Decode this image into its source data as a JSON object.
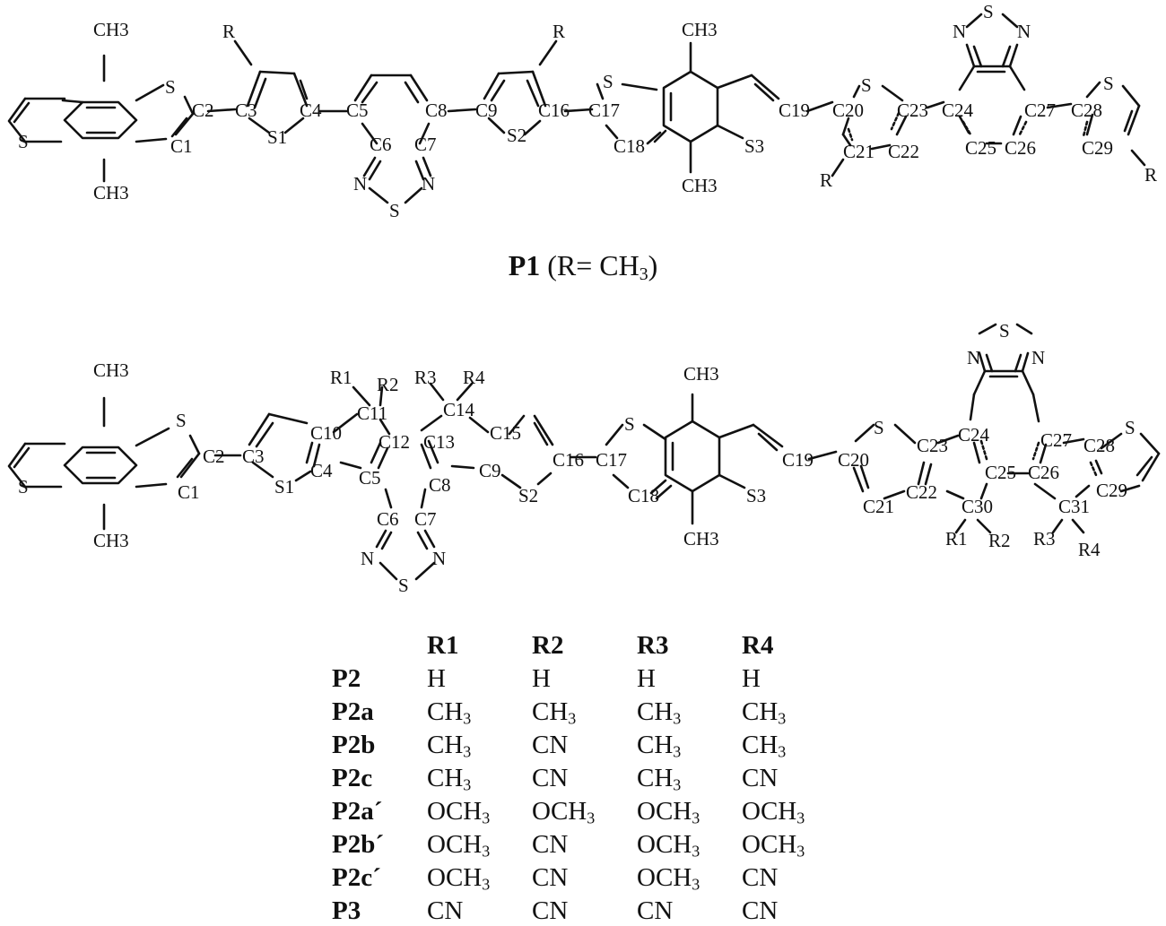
{
  "p1": {
    "name": "P1",
    "formula_text": "(R= CH",
    "formula_sub": "3",
    "formula_close": ")",
    "labels": {
      "ch3_top_left": "CH3",
      "ch3_bottom_left": "CH3",
      "s_left_ring": "S",
      "s_thiophene_a": "S",
      "c1": "C1",
      "c2": "C2",
      "c3": "C3",
      "s1": "S1",
      "c4": "C4",
      "c5": "C5",
      "c6": "C6",
      "c7": "C7",
      "c8": "C8",
      "c9": "C9",
      "s2": "S2",
      "c16": "C16",
      "c17": "C17",
      "c18": "C18",
      "s_mid": "S",
      "ch3_top_mid": "CH3",
      "ch3_bottom_mid": "CH3",
      "c19": "C19",
      "s3": "S3",
      "c20": "C20",
      "s_right": "S",
      "c21": "C21",
      "c22": "C22",
      "c23": "C23",
      "c24": "C24",
      "c25": "C25",
      "c26": "C26",
      "c27": "C27",
      "c28": "C28",
      "c29": "C29",
      "s_far": "S",
      "r_a": "R",
      "r_b": "R",
      "r_c": "R",
      "r_d": "R",
      "n_a": "N",
      "n_b": "N",
      "s_btd_a": "S",
      "n_c": "N",
      "n_d": "N",
      "s_btd_b": "S"
    }
  },
  "p2": {
    "labels": {
      "ch3_top_left": "CH3",
      "ch3_bottom_left": "CH3",
      "s_left_ring": "S",
      "s_a": "S",
      "c1": "C1",
      "c2": "C2",
      "c3": "C3",
      "s1": "S1",
      "c4": "C4",
      "c5": "C5",
      "c10": "C10",
      "c11": "C11",
      "r1": "R1",
      "r2": "R2",
      "c12": "C12",
      "c13": "C13",
      "c14": "C14",
      "r3": "R3",
      "r4": "R4",
      "c15": "C15",
      "c8": "C8",
      "c9": "C9",
      "s2": "S2",
      "c16": "C16",
      "c6": "C6",
      "c7": "C7",
      "n_a": "N",
      "n_b": "N",
      "s_btd": "S",
      "s_mid": "S",
      "c17": "C17",
      "c18": "C18",
      "ch3_top_mid": "CH3",
      "ch3_bottom_mid": "CH3",
      "c19": "C19",
      "s3": "S3",
      "c20": "C20",
      "s_r": "S",
      "c21": "C21",
      "c22": "C22",
      "c23": "C23",
      "c24": "C24",
      "c25": "C25",
      "c26": "C26",
      "c27": "C27",
      "c28": "C28",
      "c29": "C29",
      "c30": "C30",
      "c31": "C31",
      "r1b": "R1",
      "r2b": "R2",
      "r3b": "R3",
      "r4b": "R4",
      "s_far": "S",
      "n_c": "N",
      "n_d": "N",
      "s_top": "S"
    }
  },
  "table": {
    "headers": [
      "R1",
      "R2",
      "R3",
      "R4"
    ],
    "rows": [
      {
        "name": "P2",
        "cells": [
          [
            "H",
            ""
          ],
          [
            "H",
            ""
          ],
          [
            "H",
            ""
          ],
          [
            "H",
            ""
          ]
        ]
      },
      {
        "name": "P2a",
        "cells": [
          [
            "CH",
            "3"
          ],
          [
            "CH",
            "3"
          ],
          [
            "CH",
            "3"
          ],
          [
            "CH",
            "3"
          ]
        ]
      },
      {
        "name": "P2b",
        "cells": [
          [
            "CH",
            "3"
          ],
          [
            "CN",
            ""
          ],
          [
            "CH",
            "3"
          ],
          [
            "CH",
            "3"
          ]
        ]
      },
      {
        "name": "P2c",
        "cells": [
          [
            "CH",
            "3"
          ],
          [
            "CN",
            ""
          ],
          [
            "CH",
            "3"
          ],
          [
            "CN",
            ""
          ]
        ]
      },
      {
        "name": "P2a´",
        "cells": [
          [
            "OCH",
            "3"
          ],
          [
            "OCH",
            "3"
          ],
          [
            "OCH",
            "3"
          ],
          [
            "OCH",
            "3"
          ]
        ]
      },
      {
        "name": "P2b´",
        "cells": [
          [
            "OCH",
            "3"
          ],
          [
            "CN",
            ""
          ],
          [
            "OCH",
            "3"
          ],
          [
            "OCH",
            "3"
          ]
        ]
      },
      {
        "name": "P2c´",
        "cells": [
          [
            "OCH",
            "3"
          ],
          [
            "CN",
            ""
          ],
          [
            "OCH",
            "3"
          ],
          [
            "CN",
            ""
          ]
        ]
      },
      {
        "name": "P3",
        "cells": [
          [
            "CN",
            ""
          ],
          [
            "CN",
            ""
          ],
          [
            "CN",
            ""
          ],
          [
            "CN",
            ""
          ]
        ]
      }
    ]
  }
}
